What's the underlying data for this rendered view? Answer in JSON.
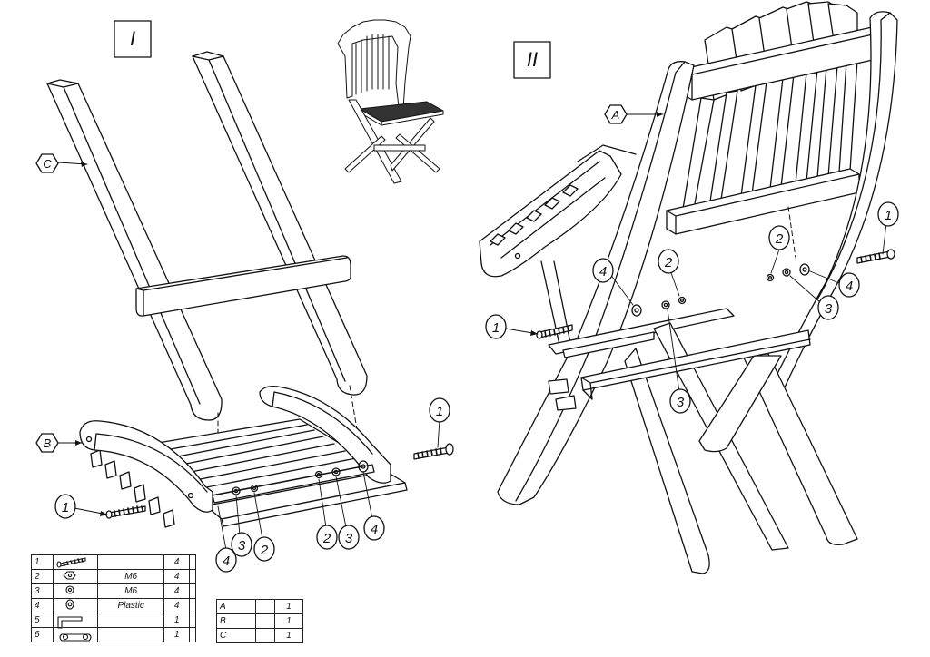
{
  "views": {
    "view1": "I",
    "view2": "II"
  },
  "part_labels": {
    "a": "A",
    "b": "B",
    "c": "C"
  },
  "callouts": {
    "v1_bolt_left": "1",
    "v1_bolt_right": "1",
    "v1_spacer_left": "4",
    "v1_washer_left": "3",
    "v1_nut_left": "2",
    "v1_nut_right": "2",
    "v1_washer_right": "3",
    "v1_spacer_right": "4",
    "v2_spacer_left": "4",
    "v2_nut_mid": "2",
    "v2_bolt_left": "1",
    "v2_washer_mid": "3",
    "v2_nut_right": "2",
    "v2_bolt_right": "1",
    "v2_spacer_right": "4",
    "v2_washer_right": "3"
  },
  "parts_table": [
    {
      "num": "1",
      "icon": "bolt-icon",
      "spec": "",
      "qty": "4"
    },
    {
      "num": "2",
      "icon": "nut-icon",
      "spec": "M6",
      "qty": "4"
    },
    {
      "num": "3",
      "icon": "washer-icon",
      "spec": "M6",
      "qty": "4"
    },
    {
      "num": "4",
      "icon": "spacer-icon",
      "spec": "Plastic",
      "qty": "4"
    },
    {
      "num": "5",
      "icon": "hex-key-icon",
      "spec": "",
      "qty": "1"
    },
    {
      "num": "6",
      "icon": "wrench-icon",
      "spec": "",
      "qty": "1"
    }
  ],
  "components_table": [
    {
      "label": "A",
      "qty": "1"
    },
    {
      "label": "B",
      "qty": "1"
    },
    {
      "label": "C",
      "qty": "1"
    }
  ]
}
